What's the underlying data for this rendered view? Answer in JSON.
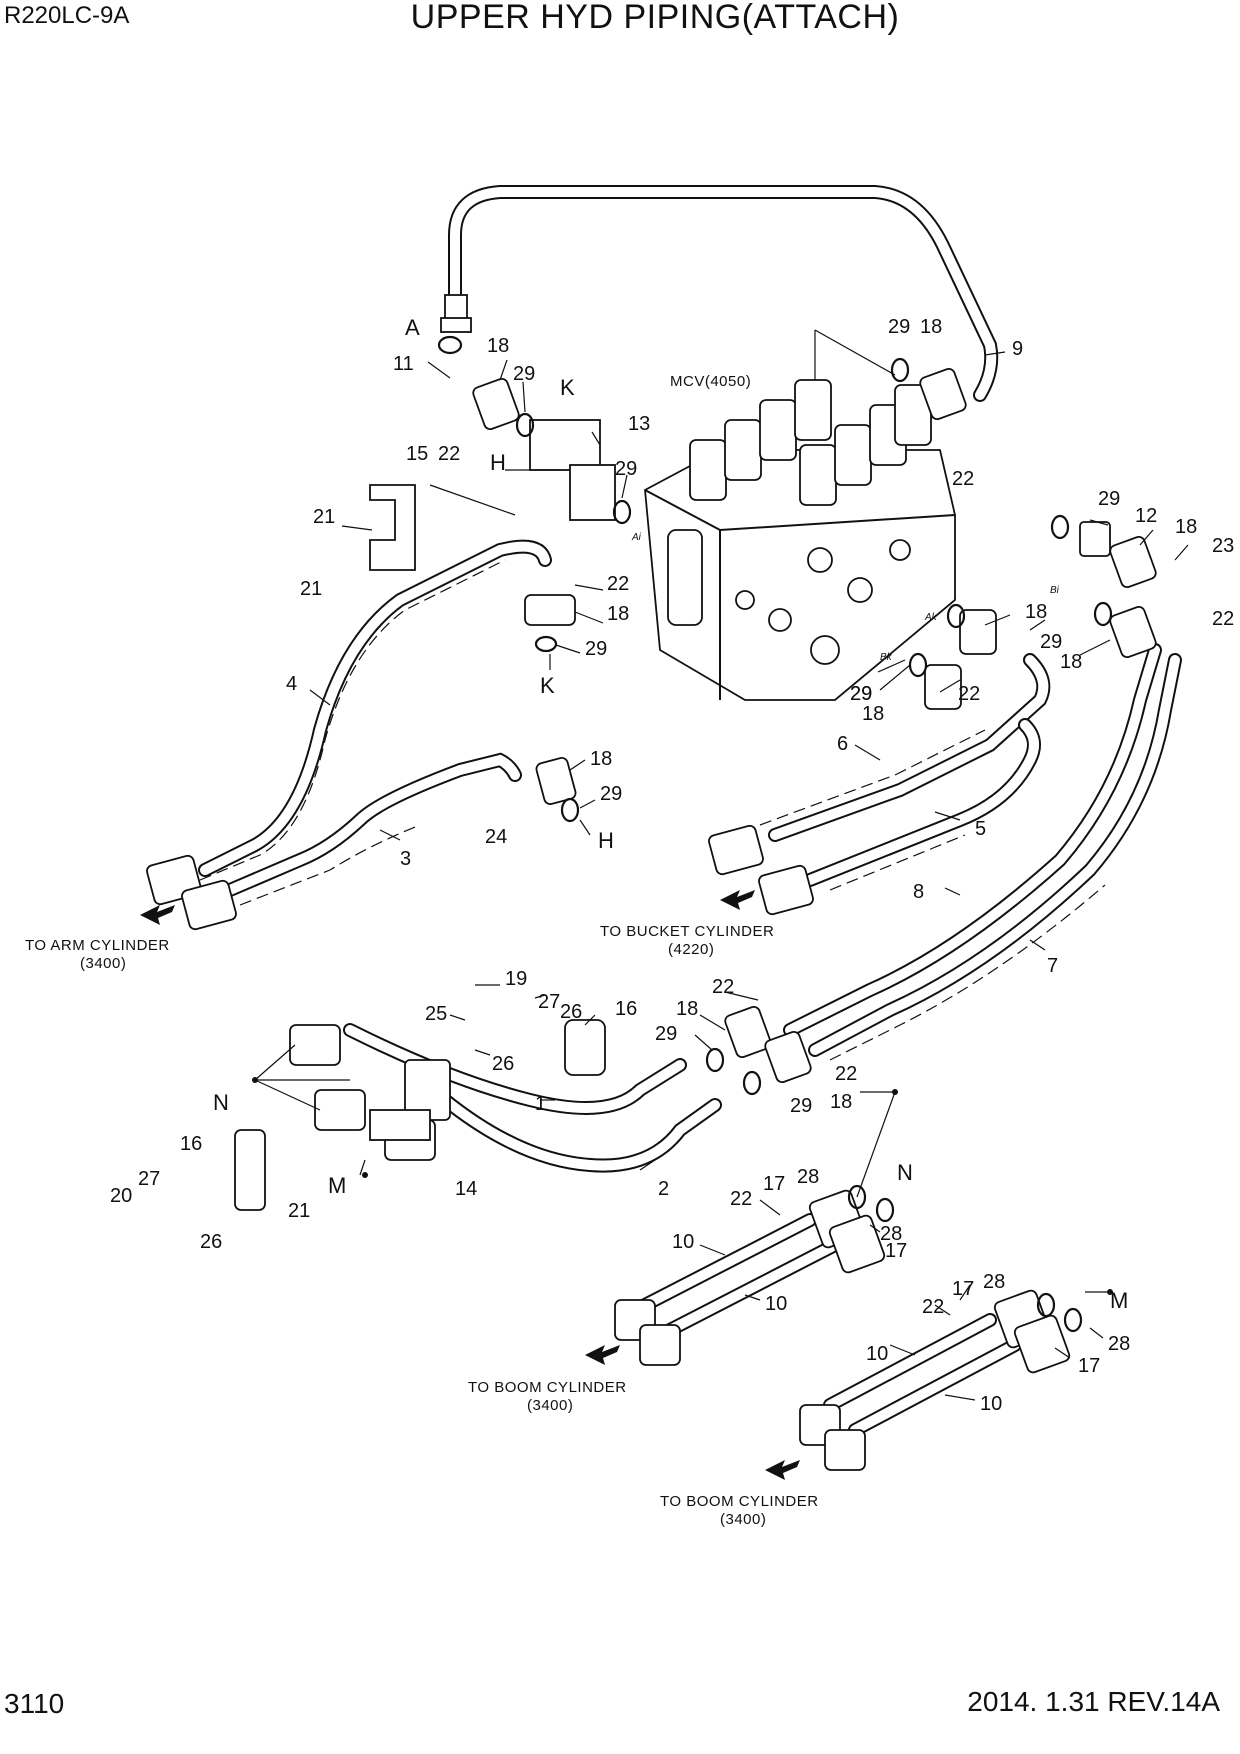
{
  "header": {
    "model": "R220LC-9A",
    "title": "UPPER HYD PIPING(ATTACH)"
  },
  "footer": {
    "page": "3110",
    "revision": "2014. 1.31  REV.14A"
  },
  "notes": {
    "mcv": "MCV(4050)",
    "arm": "TO ARM CYLINDER",
    "arm_ref": "(3400)",
    "bucket": "TO BUCKET CYLINDER",
    "bucket_ref": "(4220)",
    "boom1": "TO BOOM CYLINDER",
    "boom1_ref": "(3400)",
    "boom2": "TO BOOM CYLINDER",
    "boom2_ref": "(3400)"
  },
  "port_marks": {
    "a1": "Ai",
    "b1": "Bi",
    "ak": "Ak",
    "bk": "Bk"
  },
  "callouts": [
    {
      "text": "A"
    },
    {
      "text": "11"
    },
    {
      "text": "18"
    },
    {
      "text": "29"
    },
    {
      "text": "K"
    },
    {
      "text": "22"
    },
    {
      "text": "13"
    },
    {
      "text": "15"
    },
    {
      "text": "H"
    },
    {
      "text": "29"
    },
    {
      "text": "21"
    },
    {
      "text": "21"
    },
    {
      "text": "22"
    },
    {
      "text": "18"
    },
    {
      "text": "29"
    },
    {
      "text": "K"
    },
    {
      "text": "4"
    },
    {
      "text": "29"
    },
    {
      "text": "18"
    },
    {
      "text": "9"
    },
    {
      "text": "22"
    },
    {
      "text": "29"
    },
    {
      "text": "12"
    },
    {
      "text": "18"
    },
    {
      "text": "23"
    },
    {
      "text": "18"
    },
    {
      "text": "29"
    },
    {
      "text": "22"
    },
    {
      "text": "29"
    },
    {
      "text": "18"
    },
    {
      "text": "22"
    },
    {
      "text": "29"
    },
    {
      "text": "18"
    },
    {
      "text": "6"
    },
    {
      "text": "5"
    },
    {
      "text": "18"
    },
    {
      "text": "29"
    },
    {
      "text": "24"
    },
    {
      "text": "H"
    },
    {
      "text": "3"
    },
    {
      "text": "8"
    },
    {
      "text": "7"
    },
    {
      "text": "19"
    },
    {
      "text": "27"
    },
    {
      "text": "26"
    },
    {
      "text": "16"
    },
    {
      "text": "25"
    },
    {
      "text": "26"
    },
    {
      "text": "22"
    },
    {
      "text": "18"
    },
    {
      "text": "29"
    },
    {
      "text": "N"
    },
    {
      "text": "1"
    },
    {
      "text": "22"
    },
    {
      "text": "29"
    },
    {
      "text": "18"
    },
    {
      "text": "16"
    },
    {
      "text": "27"
    },
    {
      "text": "20"
    },
    {
      "text": "26"
    },
    {
      "text": "M"
    },
    {
      "text": "14"
    },
    {
      "text": "21"
    },
    {
      "text": "2"
    },
    {
      "text": "17"
    },
    {
      "text": "28"
    },
    {
      "text": "N"
    },
    {
      "text": "22"
    },
    {
      "text": "28"
    },
    {
      "text": "17"
    },
    {
      "text": "10"
    },
    {
      "text": "10"
    },
    {
      "text": "17"
    },
    {
      "text": "28"
    },
    {
      "text": "M"
    },
    {
      "text": "22"
    },
    {
      "text": "28"
    },
    {
      "text": "17"
    },
    {
      "text": "10"
    },
    {
      "text": "10"
    }
  ]
}
